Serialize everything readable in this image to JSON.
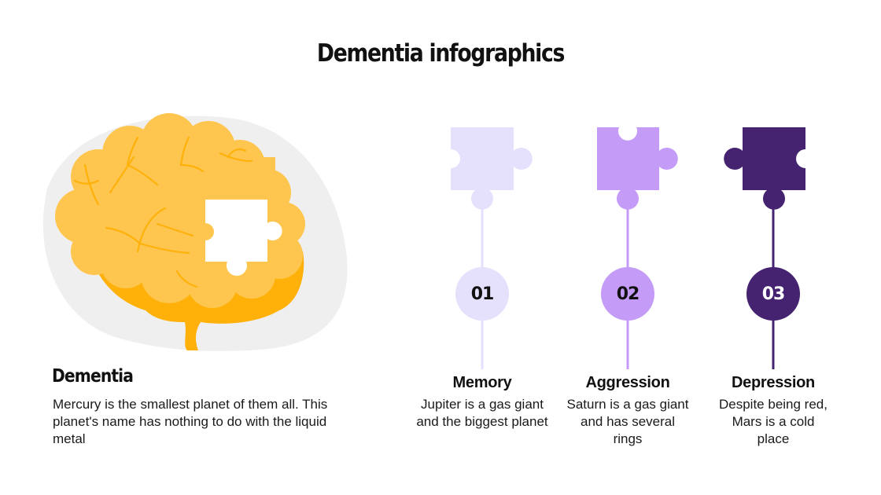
{
  "title": "Dementia infographics",
  "left": {
    "heading": "Dementia",
    "description": "Mercury is the smallest planet of them all. This planet's name has nothing to do with the liquid metal",
    "illustration": "brain-with-puzzle-piece-icon"
  },
  "colors": {
    "brain_light": "#FEC64F",
    "brain_dark": "#FFB10A",
    "blob": "#EFEFEF",
    "step1": "#E5E1FD",
    "step2": "#C49CF8",
    "step3": "#452370"
  },
  "steps": [
    {
      "number": "01",
      "title": "Memory",
      "description": "Jupiter is a gas giant and the biggest planet",
      "color": "#E5E1FD",
      "icon": "puzzle-piece-icon"
    },
    {
      "number": "02",
      "title": "Aggression",
      "description": "Saturn is a gas giant and has several rings",
      "color": "#C49CF8",
      "icon": "puzzle-piece-icon"
    },
    {
      "number": "03",
      "title": "Depression",
      "description": "Despite being red, Mars is a cold place",
      "color": "#452370",
      "icon": "puzzle-piece-icon"
    }
  ]
}
